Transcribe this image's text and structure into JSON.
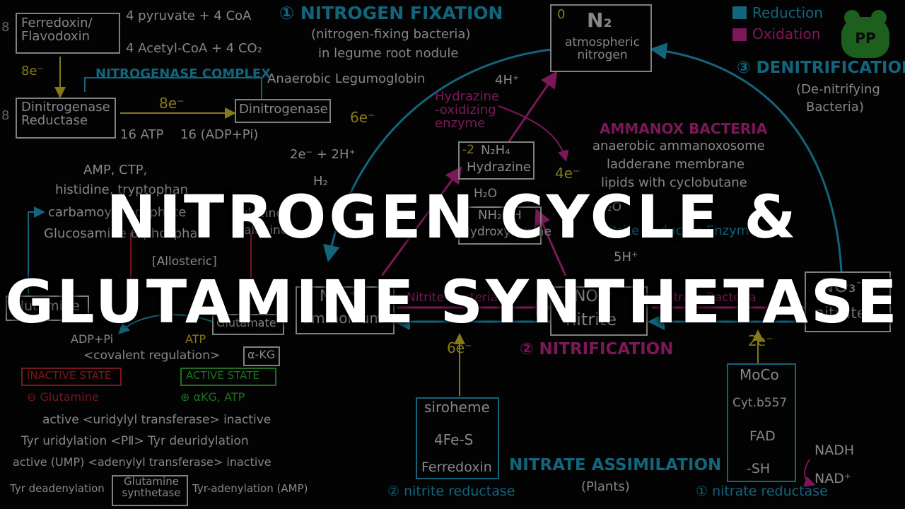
{
  "colors": {
    "cyan": "#1fa3c9",
    "magenta": "#c8278f",
    "yellow": "#d6c62b",
    "white": "#d9d9d9",
    "green": "#31b831",
    "red": "#c0282d"
  },
  "legend": {
    "reduction": "Reduction",
    "oxidation": "Oxidation"
  },
  "logo": "PP",
  "sections": {
    "fixation": "① NITROGEN FIXATION",
    "fixation_sub1": "(nitrogen-fixing bacteria)",
    "fixation_sub2": "in legume root nodule",
    "legumoglobin": "Anaerobic Legumoglobin",
    "denitrification": "③ DENITRIFICATION",
    "denitrifying1": "(De-nitrifying",
    "denitrifying2": "Bacteria)",
    "nitrification": "② NITRIFICATION",
    "assimilation": "NITRATE ASSIMILATION",
    "plants": "(Plants)",
    "nitrogenase_complex": "NITROGENASE COMPLEX",
    "ammanox": "AMMANOX BACTERIA",
    "ammanox_l1": "anaerobic ammanoxosome",
    "ammanox_l2": "ladderane membrane",
    "ammanox_l3": "lipids with cyclobutane",
    "hydrazine_enzyme": "Hydrazine -oxidizing enzyme",
    "nitrite_reducing": "Nitrite Reducing Enzyme",
    "nitrite_reductase": "② nitrite reductase",
    "nitrate_reductase": "① nitrate reductase"
  },
  "fixation": {
    "ferredoxin": "Ferredoxin/ Flavodoxin",
    "pyruvate": "4 pyruvate + 4 CoA",
    "acetyl": "4 Acetyl-CoA + 4 CO₂",
    "e8a": "8e⁻",
    "reductase": "Dinitrogenase Reductase",
    "e8b": "8e⁻",
    "dinitrogenase": "Dinitrogenase",
    "atp": "16 ATP",
    "adp": "16 (ADP+Pi)",
    "e6": "6e⁻",
    "h2": "2e⁻ + 2H⁺",
    "h2gas": "H₂"
  },
  "nodes": {
    "n2_ox": "0",
    "n2_formula": "N₂",
    "n2_name": "atmospheric nitrogen",
    "hydrazine_ox": "-2",
    "hydrazine_formula": "N₂H₄",
    "hydrazine_name": "Hydrazine",
    "hydroxylamine_formula": "NH₂OH",
    "hydroxylamine_name": "Hydroxylamine",
    "ammonium_formula": "NH₄⁺",
    "ammonium_name": "ammonium",
    "nitrite_formula": "NO₂⁻",
    "nitrite_name": "nitrite",
    "nitrate_formula": "NO₃⁻",
    "nitrate_name": "nitrate"
  },
  "pathway": {
    "h4": "4H⁺",
    "e4": "4e⁻",
    "h2o_a": "H₂O",
    "h2o_b": "H₂O",
    "h5": "5H⁺",
    "nitrite_bacteria": "Nitrite Bacteria",
    "nitrate_bacteria": "Nitrate Bacteria",
    "e6_sir": "6e⁻",
    "e2_moco": "2e⁻"
  },
  "siroheme": [
    "siroheme",
    "4Fe-S",
    "Ferredoxin"
  ],
  "moco": [
    "MoCo",
    "Cyt.b557",
    "FAD",
    "-SH"
  ],
  "nad": {
    "nadh": "NADH",
    "nad": "NAD⁺"
  },
  "gs": {
    "activators": [
      "AMP, CTP,",
      "histidine, tryptophan",
      "carbamoyl Phosphate",
      "Glucosamine 6-phosphate"
    ],
    "right_bits": [
      "glycine",
      "alanine"
    ],
    "allosteric": "[Allosteric]",
    "glutamine": "Glutamine",
    "glutamate": "Glutamate",
    "adp": "ADP+Pi",
    "atp": "ATP",
    "covalent": "<covalent regulation>",
    "akg": "α-KG",
    "inactive_state": "INACTIVE STATE",
    "active_state": "ACTIVE STATE",
    "inactive_by": "⊖ Glutamine",
    "active_by": "⊕ αKG, ATP",
    "uridylyl": "active <uridylyl transferase> inactive",
    "tyr_uridylation": "Tyr uridylation <PⅡ> Tyr deuridylation",
    "adenylyl": "active (UMP) <adenylyl transferase> inactive",
    "tyr_deadenylation": "Tyr deadenylation",
    "gs_name": "Glutamine synthetase",
    "tyr_adenylation": "Tyr-adenylation (AMP)",
    "nums": [
      "8",
      "8"
    ]
  },
  "title": {
    "line1": "NITROGEN CYCLE &",
    "line2": "GLUTAMINE SYNTHETASE"
  }
}
